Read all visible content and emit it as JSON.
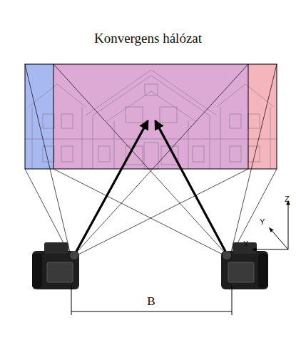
{
  "diagram": {
    "title": "Konvergens hálózat",
    "labels": [
      "B",
      "Z",
      "Y",
      "X"
    ]
  }
}
